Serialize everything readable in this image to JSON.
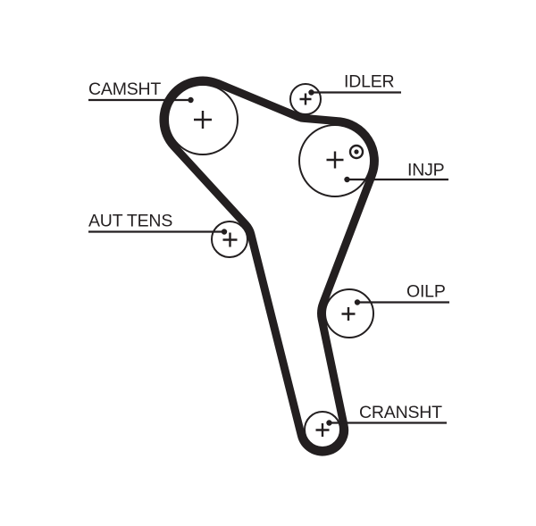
{
  "diagram": {
    "kind": "timing-belt-routing-diagram",
    "background_color": "#ffffff",
    "ink_color": "#231f20",
    "labels": {
      "camsht": "CAMSHT",
      "idler": "IDLER",
      "injp": "INJP",
      "aut_tens": "AUT TENS",
      "oilp": "OILP",
      "cransht": "CRANSHT"
    },
    "pulleys": [
      {
        "id": "camsht",
        "label": "CAMSHT",
        "center_mark": "+"
      },
      {
        "id": "idler",
        "label": "IDLER",
        "center_mark": "+"
      },
      {
        "id": "injp",
        "label": "INJP",
        "center_mark": "+",
        "extra_mark": "alignment-pin"
      },
      {
        "id": "aut-tens",
        "label": "AUT TENS",
        "center_mark": "+"
      },
      {
        "id": "oilp",
        "label": "OILP",
        "center_mark": "+"
      },
      {
        "id": "cransht",
        "label": "CRANSHT",
        "center_mark": "+"
      }
    ]
  }
}
